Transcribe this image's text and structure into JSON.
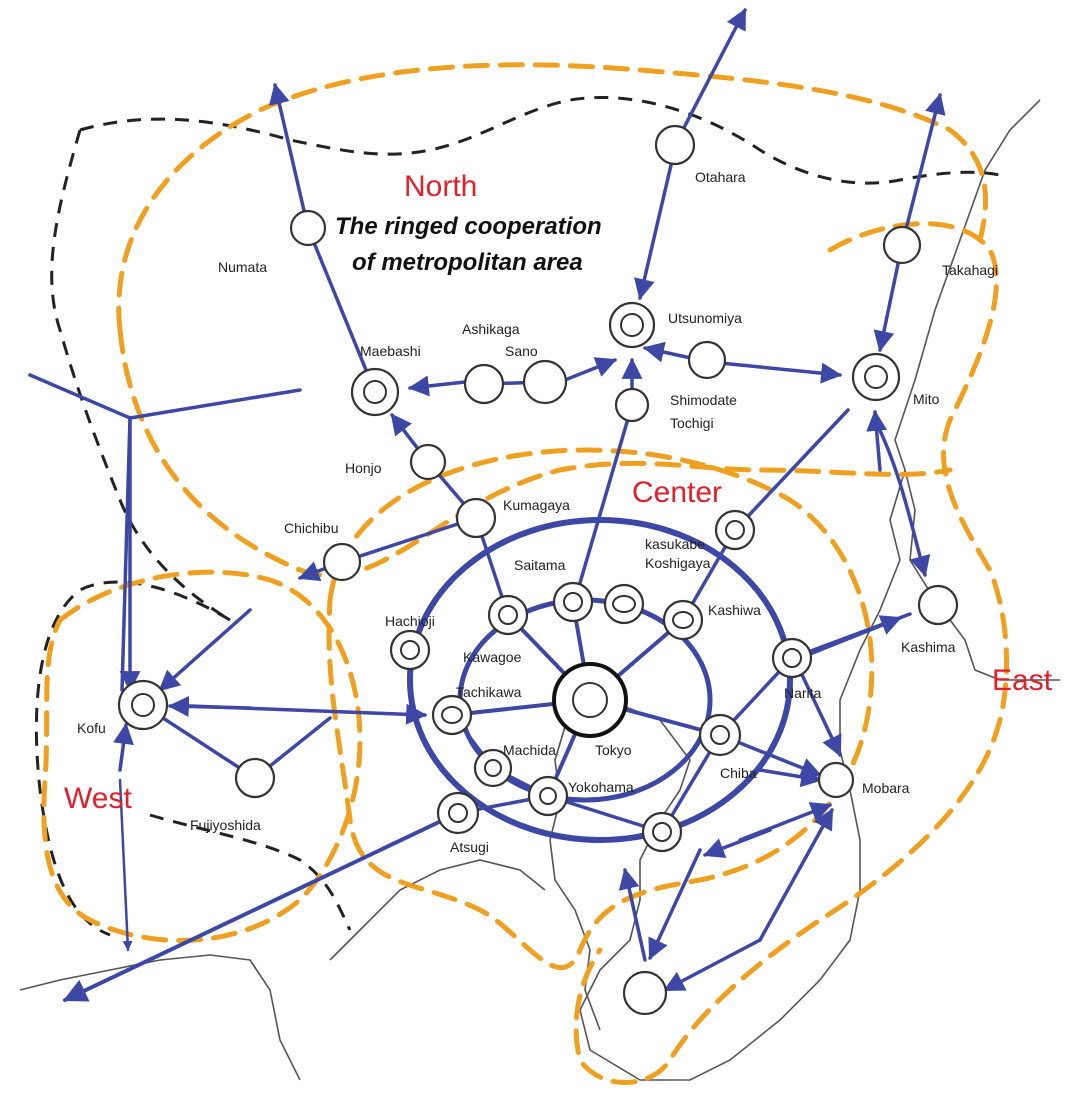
{
  "colors": {
    "route": "#3c47a6",
    "region_outline": "#f0a020",
    "prefecture_border": "#222222",
    "region_label": "#e0202a",
    "coastline": "#555555"
  },
  "title": {
    "line1": "The ringed cooperation",
    "line2": "of metropolitan area"
  },
  "regions": {
    "north": "North",
    "center": "Center",
    "east": "East",
    "west": "West"
  },
  "cities": {
    "otahara": "Otahara",
    "numata": "Numata",
    "takahagi": "Takahagi",
    "utsunomiya": "Utsunomiya",
    "ashikaga": "Ashikaga",
    "sano": "Sano",
    "maebashi": "Maebashi",
    "shimodate": "Shimodate",
    "tochigi": "Tochigi",
    "mito": "Mito",
    "honjo": "Honjo",
    "kumagaya": "Kumagaya",
    "chichibu": "Chichibu",
    "kasukabe": "kasukabe",
    "koshigaya": "Koshigaya",
    "saitama": "Saitama",
    "hachioji": "Hachioji",
    "kashiwa": "Kashiwa",
    "kashima": "Kashima",
    "kawagoe": "Kawagoe",
    "tachikawa": "Tachikawa",
    "narita": "Narita",
    "kofu": "Kofu",
    "machida": "Machida",
    "tokyo": "Tokyo",
    "chiba": "Chiba",
    "mobara": "Mobara",
    "yokohama": "Yokohama",
    "fujiyoshida": "Fujiyoshida",
    "atsugi": "Atsugi"
  }
}
